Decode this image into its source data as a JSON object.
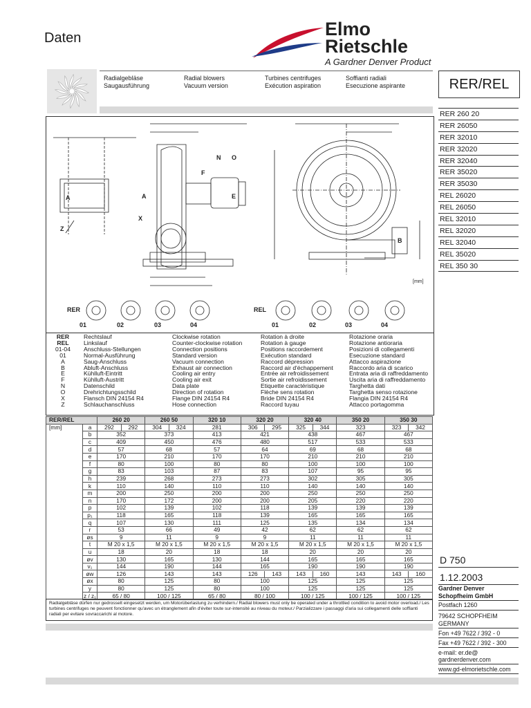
{
  "header": {
    "title": "Daten",
    "brand_line1": "Elmo",
    "brand_line2": "Rietschle",
    "brand_sub": "A Gardner Denver Product"
  },
  "langs": [
    {
      "l1": "Radialgebläse",
      "l2": "Saugausführung"
    },
    {
      "l1": "Radial blowers",
      "l2": "Vacuum version"
    },
    {
      "l1": "Turbines centrifuges",
      "l2": "Exécution aspiration"
    },
    {
      "l1": "Soffianti radiali",
      "l2": "Esecuzione aspirante"
    }
  ],
  "series_label": "RER/REL",
  "models": [
    "RER 260 20",
    "RER 26050",
    "RER 32010",
    "RER 32020",
    "RER 32040",
    "RER 35020",
    "RER 35030",
    "REL 26020",
    "REL 26050",
    "REL 32010",
    "REL 32020",
    "REL 32040",
    "REL 35020",
    "REL 350 30"
  ],
  "drawing": {
    "unit": "[mm]",
    "rer": "RER",
    "rel": "REL",
    "pos": [
      "01",
      "02",
      "03",
      "04"
    ],
    "labels": {
      "A": "A",
      "B": "B",
      "E": "E",
      "F": "F",
      "N": "N",
      "O": "O",
      "X": "X",
      "Z": "Z"
    }
  },
  "legend": {
    "codes": [
      "RER",
      "REL",
      "01-04",
      "01",
      "A",
      "B",
      "E",
      "F",
      "N",
      "O",
      "X",
      "Z"
    ],
    "de": [
      "Rechtslauf",
      "Linkslauf",
      "Anschluss-Stellungen",
      "Normal-Ausführung",
      "Saug-Anschluss",
      "Abluft-Anschluss",
      "Kühlluft-Eintritt",
      "Kühlluft-Austritt",
      "Datenschild",
      "Drehrichtungsschild",
      "Flansch DIN 24154  R4",
      "Schlauchanschluss"
    ],
    "en": [
      "Clockwise rotation",
      "Counter-clockwise rotation",
      "Connection positions",
      "Standard version",
      "Vacuum connection",
      "Exhaust air connection",
      "Cooling air entry",
      "Cooling air exit",
      "Data plate",
      "Direction of rotation",
      "Flange DIN 24154  R4",
      "Hose connection"
    ],
    "fr": [
      "Rotation à droite",
      "Rotation à gauge",
      "Positions raccordement",
      "Exécution standard",
      "Raccord dépression",
      "Raccord air d'échappement",
      "Entrée air refroidissement",
      "Sortie air refroidissement",
      "Etiquette caractéristique",
      "Flèche sens rotation",
      "Bride DIN 24154  R4",
      "Raccord tuyau"
    ],
    "it": [
      "Rotazione oraria",
      "Rotazione antioraria",
      "Posizioni di collegamenti",
      "Esecuzione standard",
      "Attacco aspirazione",
      "Raccordo aria di scarico",
      "Entrata aria di raffreddamento",
      "Uscita aria di raffreddamento",
      "Targhetta dati",
      "Targhetta senso rotazione",
      "Flangia DIN 24154  R4",
      "Attacco portagomma"
    ]
  },
  "table": {
    "header": [
      "RER/REL",
      "260 20",
      "260 50",
      "320 10",
      "320 20",
      "320 40",
      "350 20",
      "350 30"
    ],
    "unit": "[mm]",
    "rows": [
      [
        "a",
        "292|292",
        "304|324",
        "281",
        "306|295",
        "325|344",
        "323",
        "323|342"
      ],
      [
        "b",
        "352",
        "373",
        "413",
        "421",
        "438",
        "467",
        "467"
      ],
      [
        "c",
        "409",
        "450",
        "476",
        "480",
        "517",
        "533",
        "533"
      ],
      [
        "d",
        "57",
        "68",
        "57",
        "64",
        "69",
        "68",
        "68"
      ],
      [
        "e",
        "170",
        "210",
        "170",
        "170",
        "210",
        "210",
        "210"
      ],
      [
        "f",
        "80",
        "100",
        "80",
        "80",
        "100",
        "100",
        "100"
      ],
      [
        "g",
        "83",
        "103",
        "87",
        "83",
        "107",
        "95",
        "95"
      ],
      [
        "h",
        "239",
        "268",
        "273",
        "273",
        "302",
        "305",
        "305"
      ],
      [
        "k",
        "110",
        "140",
        "110",
        "110",
        "140",
        "140",
        "140"
      ],
      [
        "m",
        "200",
        "250",
        "200",
        "200",
        "250",
        "250",
        "250"
      ],
      [
        "n",
        "170",
        "172",
        "200",
        "200",
        "205",
        "220",
        "220"
      ],
      [
        "p",
        "102",
        "139",
        "102",
        "118",
        "139",
        "139",
        "139"
      ],
      [
        "p₁",
        "118",
        "165",
        "118",
        "139",
        "165",
        "165",
        "165"
      ],
      [
        "q",
        "107",
        "130",
        "111",
        "125",
        "135",
        "134",
        "134"
      ],
      [
        "r",
        "53",
        "66",
        "49",
        "42",
        "62",
        "62",
        "62"
      ],
      [
        "øs",
        "9",
        "11",
        "9",
        "9",
        "11",
        "11",
        "11"
      ],
      [
        "t",
        "M 20 x 1,5",
        "M 20 x 1,5",
        "M 20 x 1,5",
        "M 20 x 1,5",
        "M 20 x 1,5",
        "M 20 x 1,5",
        "M 20 x 1,5"
      ],
      [
        "u",
        "18",
        "20",
        "18",
        "18",
        "20",
        "20",
        "20"
      ],
      [
        "øv",
        "130",
        "165",
        "130",
        "144",
        "165",
        "165",
        "165"
      ],
      [
        "v₁",
        "144",
        "190",
        "144",
        "165",
        "190",
        "190",
        "190"
      ],
      [
        "øw",
        "126",
        "143",
        "143",
        "126|143",
        "143|160",
        "143",
        "143|160"
      ],
      [
        "øx",
        "80",
        "125",
        "80",
        "100",
        "125",
        "125",
        "125"
      ],
      [
        "y",
        "80",
        "125",
        "80",
        "100",
        "125",
        "125",
        "125"
      ],
      [
        "z / z₁",
        "65 / 80",
        "100 / 125",
        "65 / 80",
        "80 / 100",
        "100 / 125",
        "100 / 125",
        "100 / 125"
      ]
    ]
  },
  "note": "Radialgebläse dürfen nur gedrosselt eingesetzt werden, um Motorüberlastung zu verhindern./ Radial blowers must only be operated under a throttled condition to avoid motor overload./ Les turbines centrifuges ne peuvent fonctionner qu'avec un étranglement afin d'éviter toute sur-intensité au niveau du moteur./ Parzializzare i passaggi d'aria sui collegamenti delle soffianti radiali per evitare sovraccarichi al motore.",
  "doc": {
    "code": "D 750",
    "date": "1.12.2003"
  },
  "contact": {
    "company1": "Gardner Denver",
    "company2": "Schopfheim GmbH",
    "postfach": "Postfach 1260",
    "city": "79642  SCHOPFHEIM",
    "country": "GERMANY",
    "fon": "Fon  +49 7622 / 392 - 0",
    "fax": "Fax  +49 7622 / 392 - 300",
    "email1": "e-mail:  er.de@",
    "email2": "gardnerdenver.com",
    "web": "www.gd-elmorietschle.com"
  },
  "colors": {
    "red": "#c8102e",
    "blue": "#1f3c88",
    "grey": "#d9d9d9"
  }
}
